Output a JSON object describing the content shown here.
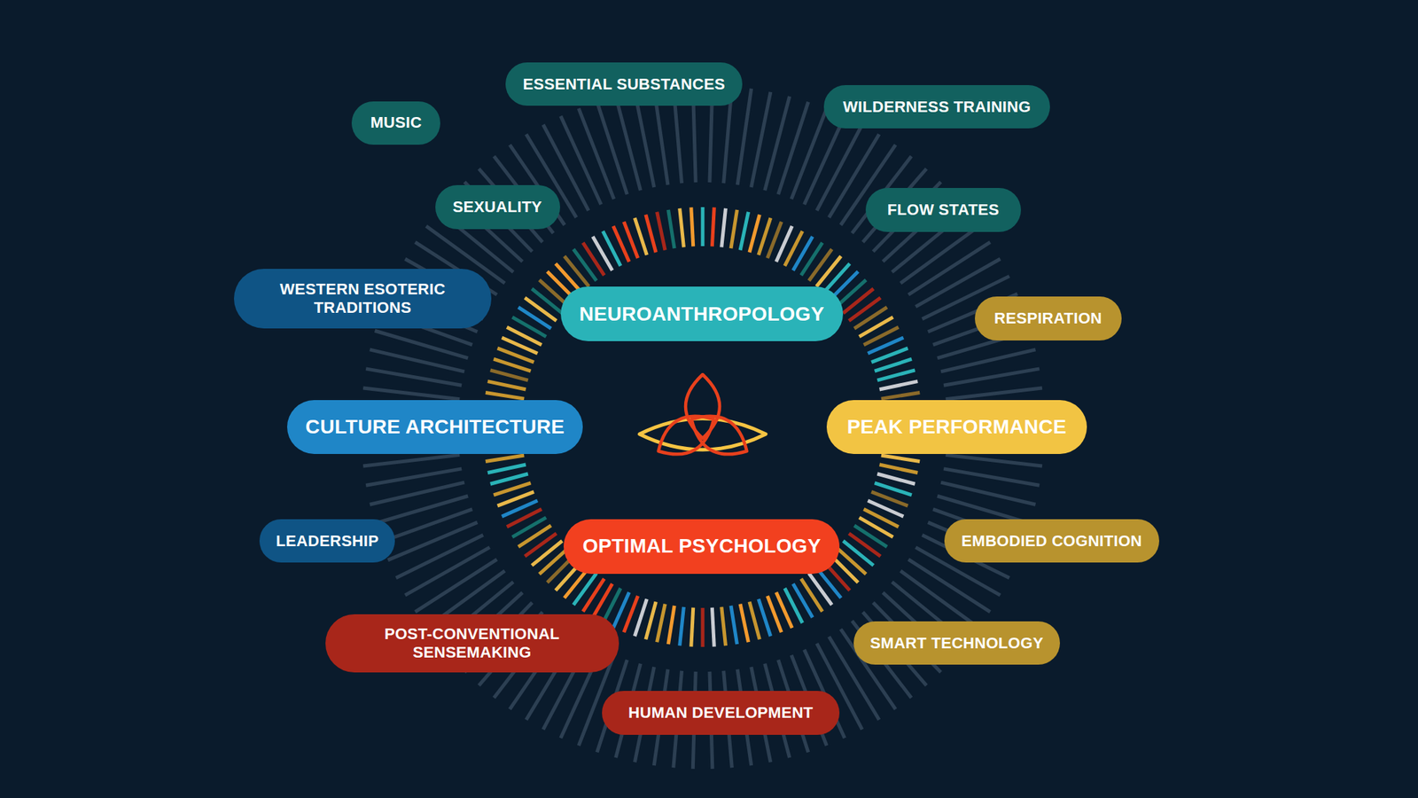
{
  "diagram": {
    "nodes": [
      {
        "text": [
          "ESSENTIAL SUBSTANCES"
        ]
      },
      {
        "text": [
          "MUSIC"
        ]
      },
      {
        "text": [
          "WILDERNESS TRAINING"
        ]
      },
      {
        "text": [
          "SEXUALITY"
        ]
      },
      {
        "text": [
          "FLOW STATES"
        ]
      },
      {
        "text": [
          "WESTERN ESOTERIC TRADITIONS"
        ]
      },
      {
        "text": [
          "NEUROANTHROPOLOGY"
        ]
      },
      {
        "text": [
          "RESPIRATION"
        ]
      },
      {
        "text": [
          "CULTURE ARCHITECTURE"
        ]
      },
      {
        "text": [
          "PEAK PERFORMANCE"
        ]
      },
      {
        "text": [
          "LEADERSHIP"
        ]
      },
      {
        "text": [
          "EMBODIED COGNITION"
        ]
      },
      {
        "text": [
          "OPTIMAL PSYCHOLOGY"
        ]
      },
      {
        "text": [
          "POST-CONVENTIONAL SENSEMAKING"
        ]
      },
      {
        "text": [
          "SMART TECHNOLOGY"
        ]
      },
      {
        "text": [
          "HUMAN DEVELOPMENT"
        ]
      }
    ]
  }
}
